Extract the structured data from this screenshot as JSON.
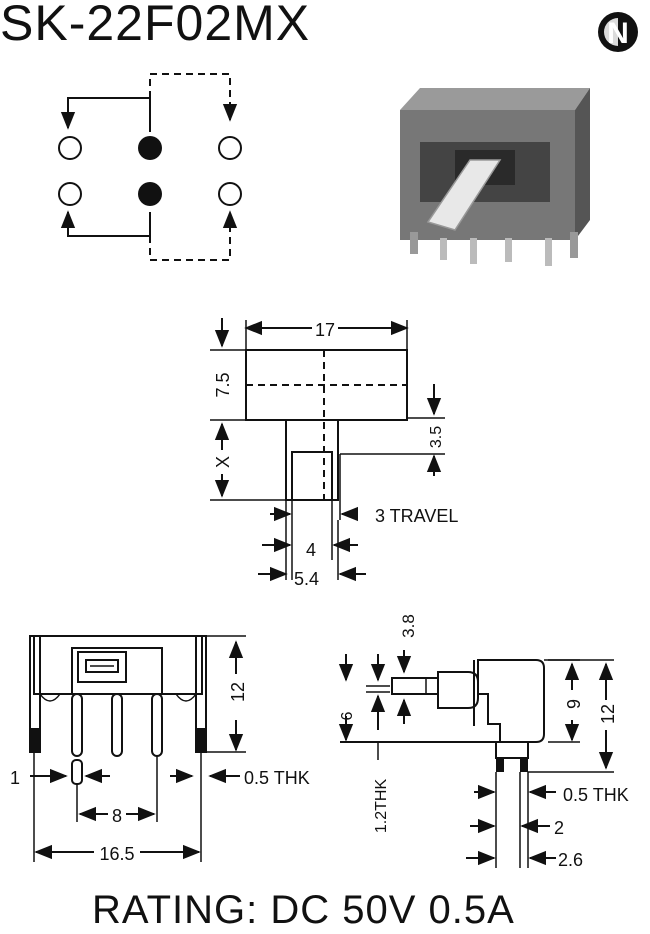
{
  "header": {
    "title": "SK-22F02MX"
  },
  "logo": {
    "letter": "N"
  },
  "front_view": {
    "width_label": "17",
    "height_label": "7.5",
    "x_label": "X",
    "actuator_label": "3.5",
    "travel_label": "3 TRAVEL",
    "inner_label": "4",
    "outer_label": "5.4"
  },
  "bottom_view": {
    "height_label": "12",
    "pin_label": "1",
    "thk_label": "0.5 THK",
    "pitch_label": "8",
    "width_label": "16.5"
  },
  "side_view": {
    "actuator_label": "3.8",
    "body_label": "6",
    "inner_height_label": "9",
    "height_label": "12",
    "thk_label": "0.5 THK",
    "mount_thk_label": "1.2THK",
    "pin_label": "2",
    "pin_span_label": "2.6"
  },
  "footer": {
    "rating": "RATING: DC 50V 0.5A"
  },
  "colors": {
    "ink": "#111111",
    "body_gray": "#6e6e6e",
    "dark_gray": "#3a3a3a"
  }
}
